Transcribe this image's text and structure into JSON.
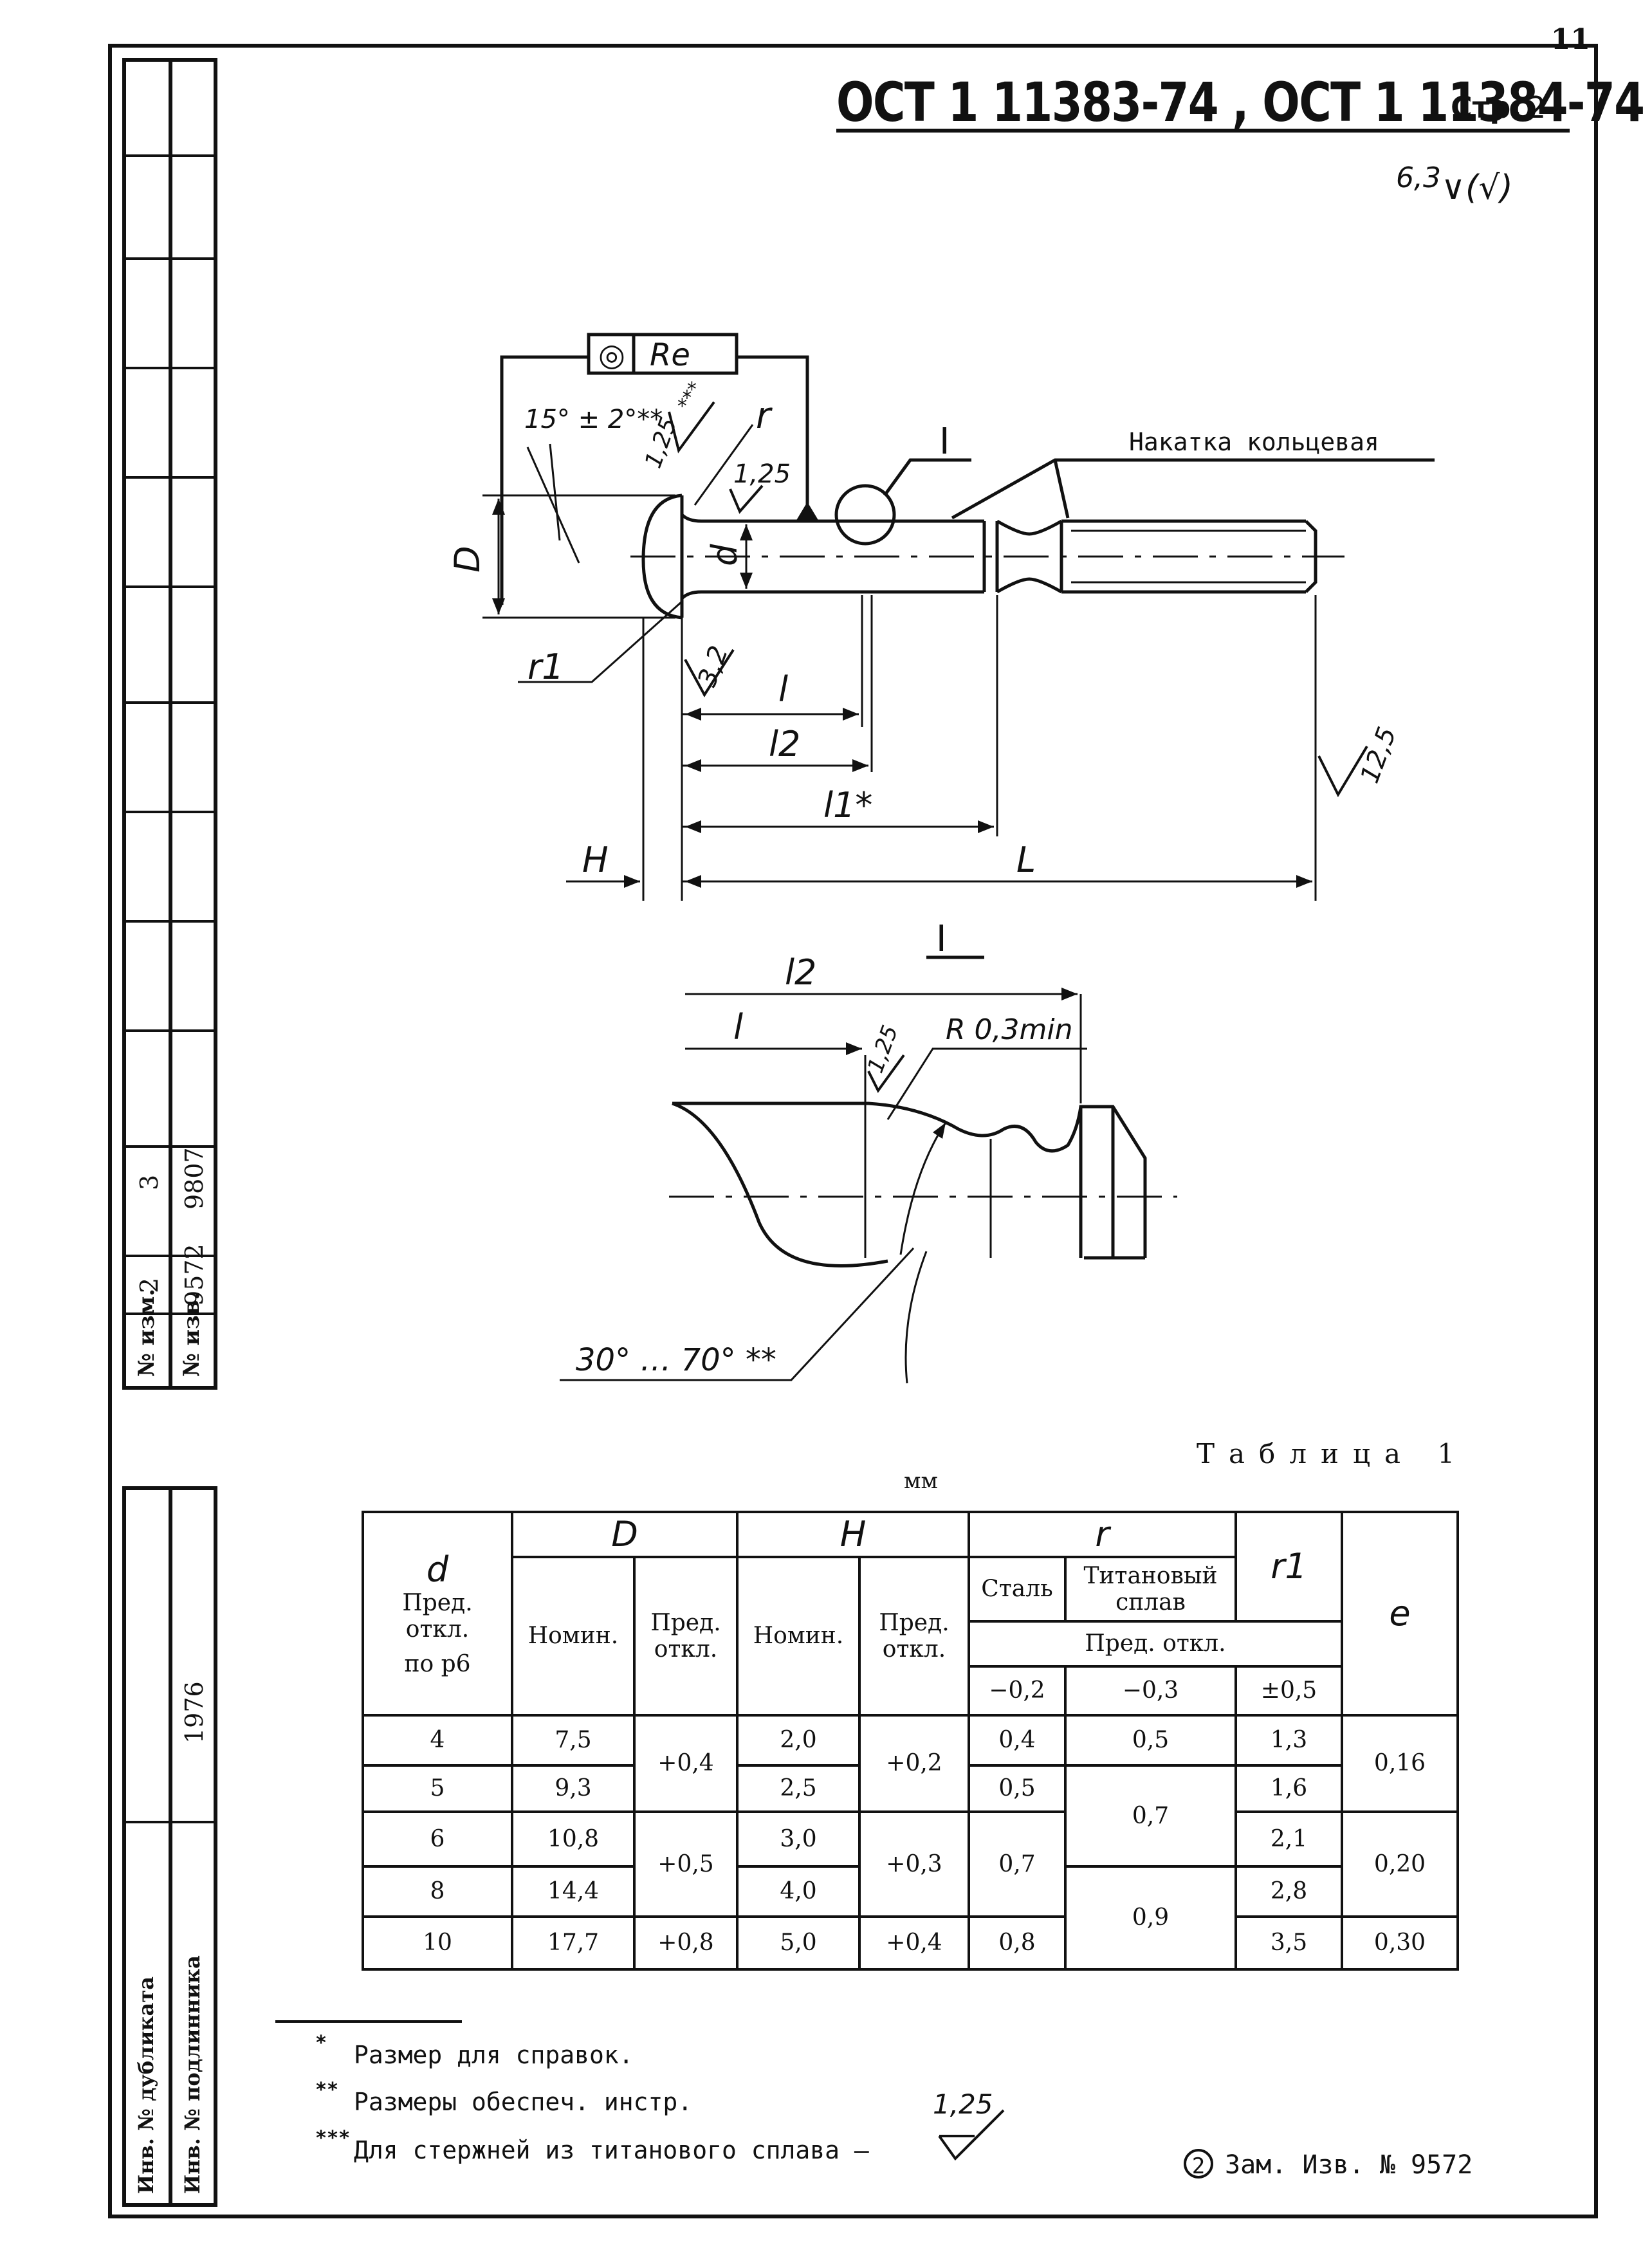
{
  "page_number": "11",
  "header": {
    "title": "ОСТ 1 11383-74 , ОСТ 1 11384-74",
    "page_label": "Стр.",
    "page_no": "2"
  },
  "roughness_general": "6,3",
  "roughness_rest": "(√)",
  "side_strip": {
    "change_label": "№ изм.",
    "doc_label": "№ изв.",
    "changes": [
      "2",
      "3"
    ],
    "docs": [
      "9572",
      "9807"
    ],
    "year": "1976",
    "dup_label": "Инв. № дубликата",
    "orig_label": "Инв. № подлинника"
  },
  "drawing": {
    "tolerance_frame": [
      "◎",
      "Re"
    ],
    "angle_note": "15° ± 2°**",
    "rough_head": "1,25",
    "rough_head_mark": "***",
    "label_r": "r",
    "rough_shank": "1,25",
    "label_I_main": "I",
    "knurl_label": "Накатка кольцевая",
    "label_D": "D",
    "label_d": "d",
    "label_r1": "r1",
    "rough_underhead": "3,2",
    "label_l": "l",
    "label_l2": "l2",
    "label_l1": "l1*",
    "rough_end": "12,5",
    "label_H": "H",
    "label_L": "L",
    "detail": {
      "title": "I",
      "label_l2": "l2",
      "label_l": "l",
      "rough": "1,25",
      "radius": "R 0,3min",
      "angle": "30° … 70° **"
    }
  },
  "table": {
    "caption": "Таблица 1",
    "unit": "мм",
    "headers": {
      "d": "d",
      "d_sub": [
        "Пред.",
        "откл.",
        "по р6"
      ],
      "D": "D",
      "H": "H",
      "r": "r",
      "r1": "r1",
      "e": "e",
      "nom": "Номин.",
      "dev": "Пред. откл.",
      "steel": "Сталь",
      "titanium": "Титановый сплав",
      "r_dev": "Пред. откл.",
      "dev_steel": "−0,2",
      "dev_ti": "−0,3",
      "dev_r1": "±0,5"
    },
    "rows": [
      {
        "d": "4",
        "D": "7,5",
        "H": "2,0",
        "r_steel": "0,4",
        "r_ti": "0,5",
        "r1": "1,3"
      },
      {
        "d": "5",
        "D": "9,3",
        "H": "2,5",
        "r_steel": "0,5",
        "r1": "1,6"
      },
      {
        "d": "6",
        "D": "10,8",
        "H": "3,0",
        "r1": "2,1"
      },
      {
        "d": "8",
        "D": "14,4",
        "H": "4,0",
        "r1": "2,8"
      },
      {
        "d": "10",
        "D": "17,7",
        "H": "5,0",
        "r_steel": "0,8",
        "r1": "3,5"
      }
    ],
    "merged": {
      "D_dev_1": "+0,4",
      "D_dev_2": "+0,5",
      "D_dev_3": "+0,8",
      "H_dev_1": "+0,2",
      "H_dev_2": "+0,3",
      "H_dev_3": "+0,4",
      "r_steel_68": "0,7",
      "r_ti_56": "0,7",
      "r_ti_810": "0,9",
      "e_1": "0,16",
      "e_2": "0,20",
      "e_3": "0,30"
    }
  },
  "notes": [
    {
      "mark": "*",
      "text": "Размер для справок."
    },
    {
      "mark": "**",
      "text": "Размеры обеспеч. инстр."
    },
    {
      "mark": "***",
      "text": "Для стержней из титанового сплава –"
    }
  ],
  "notes_rough": "1,25",
  "change_note": {
    "num": "2",
    "text": "Зам. Изв. № 9572"
  }
}
